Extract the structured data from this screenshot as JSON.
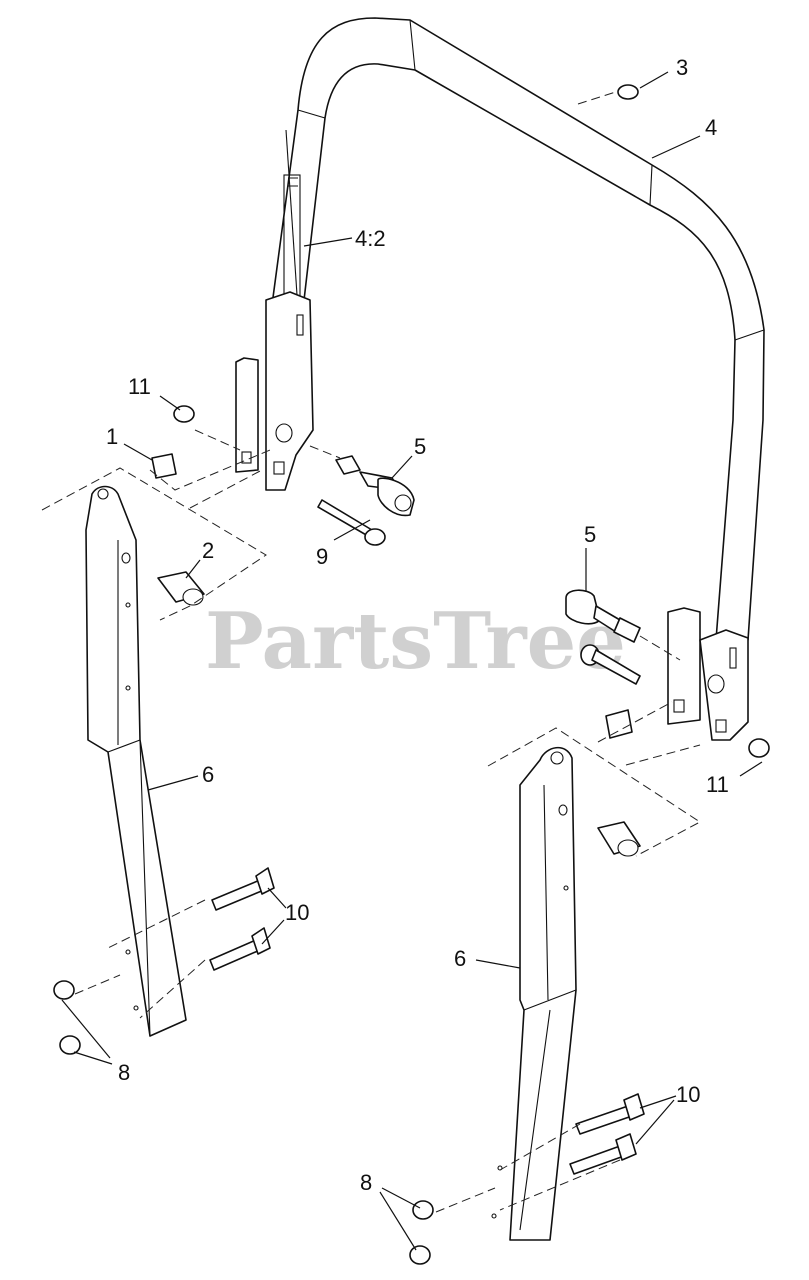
{
  "watermark": "PartsTree",
  "callouts": {
    "c1": "1",
    "c2": "2",
    "c3": "3",
    "c4": "4",
    "c4_2": "4:2",
    "c5_left": "5",
    "c5_right": "5",
    "c6_left": "6",
    "c6_right": "6",
    "c8_left": "8",
    "c8_right": "8",
    "c9": "9",
    "c10_left": "10",
    "c10_right": "10",
    "c11_left": "11",
    "c11_right": "11"
  }
}
